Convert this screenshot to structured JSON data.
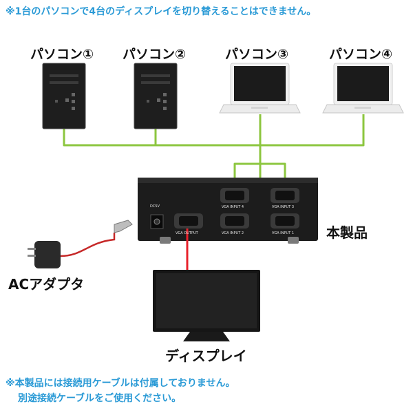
{
  "notes": {
    "top": "※1台のパソコンで4台のディスプレイを切り替えることはできません。",
    "bottom_1": "※本製品には接続用ケーブルは付属しておりません。",
    "bottom_2": "別途接続ケーブルをご使用ください。"
  },
  "computers": [
    {
      "label": "パソコン①",
      "kind": "desktop-tower"
    },
    {
      "label": "パソコン②",
      "kind": "desktop-tower"
    },
    {
      "label": "パソコン③",
      "kind": "laptop"
    },
    {
      "label": "パソコン④",
      "kind": "laptop"
    }
  ],
  "device": {
    "label": "本製品",
    "power_label": "DC5V",
    "ports": {
      "output": "VGA OUTPUT",
      "input1": "VGA INPUT 1",
      "input2": "VGA INPUT 2",
      "input3": "VGA INPUT 3",
      "input4": "VGA INPUT 4"
    }
  },
  "adapter": {
    "label": "ACアダプタ"
  },
  "display": {
    "label": "ディスプレイ"
  },
  "colors": {
    "note": "#2a9ad6",
    "input_cable": "#8cc63f",
    "output_cable": "#e8212b",
    "power_cable": "#c62828"
  }
}
